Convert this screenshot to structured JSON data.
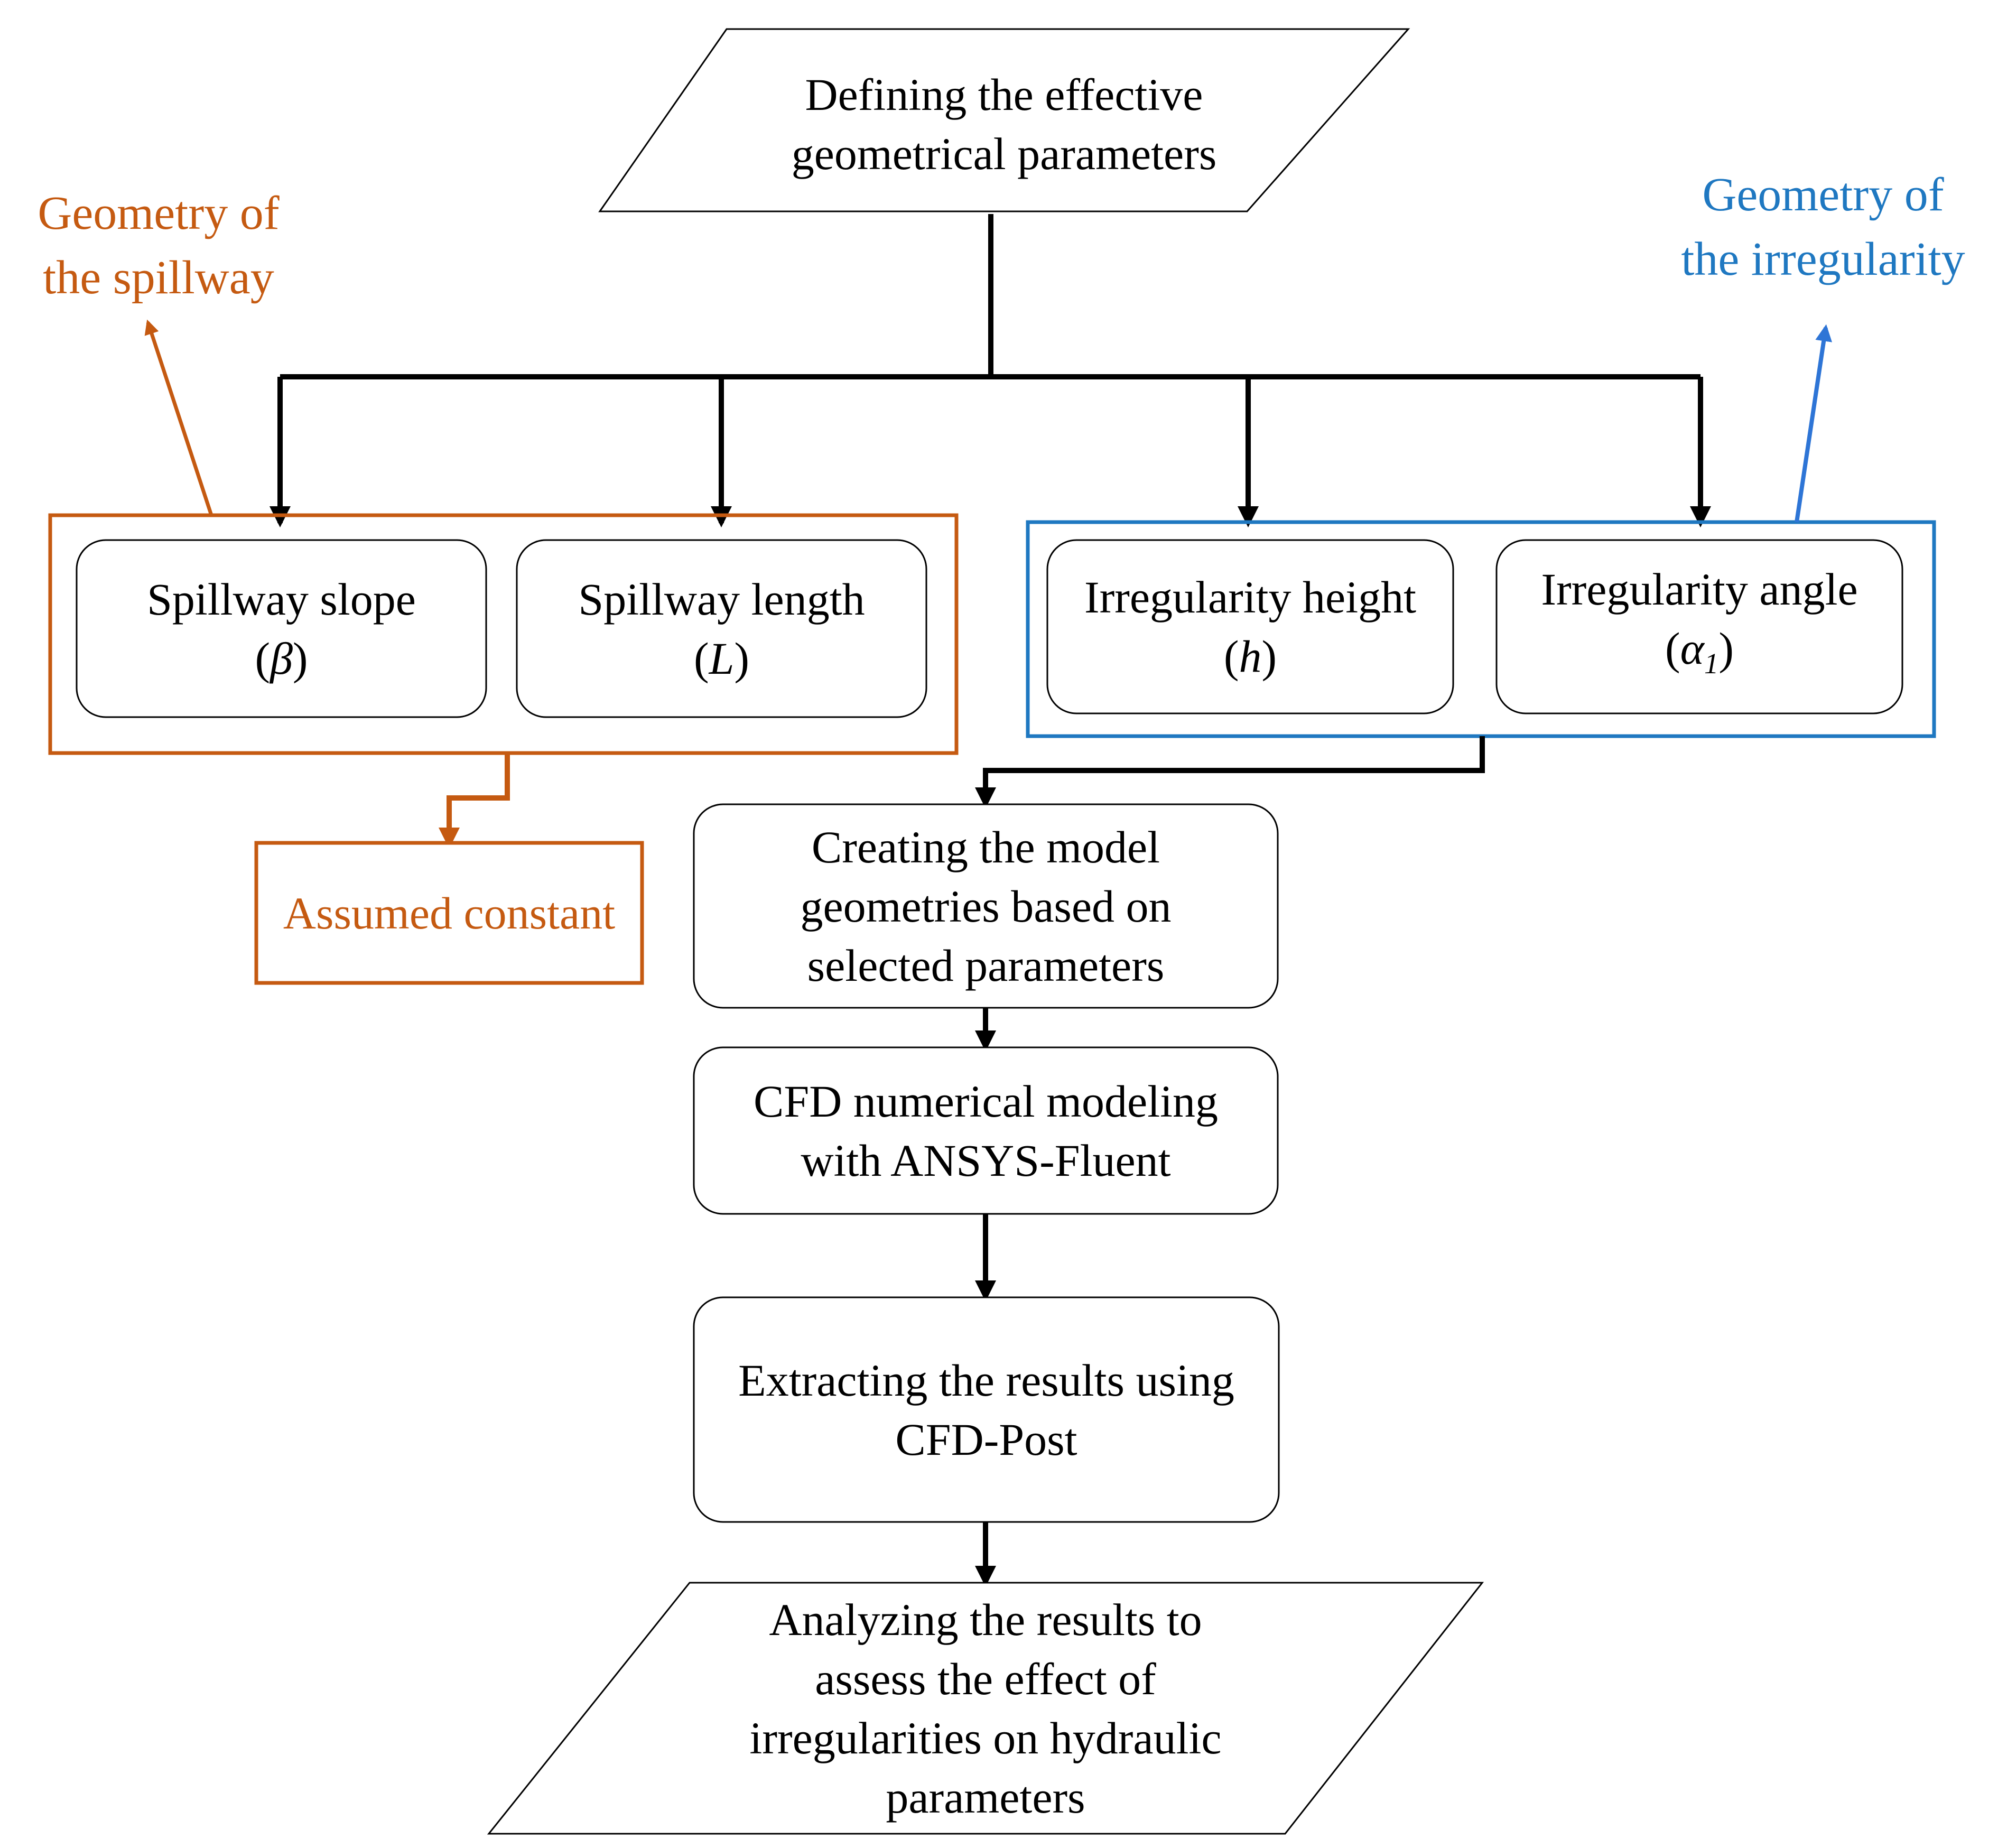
{
  "colors": {
    "spillway": "#c55a11",
    "irregularity": "#1f78c1",
    "blue_arrow": "#2e75d6",
    "line": "#000000"
  },
  "nodes": {
    "defining": {
      "line1": "Defining the effective",
      "line2": "geometrical parameters"
    },
    "spillway_slope": {
      "label": "Spillway slope",
      "symbol": "β"
    },
    "spillway_length": {
      "label": "Spillway length",
      "symbol": "L"
    },
    "irregularity_height": {
      "label": "Irregularity height",
      "symbol": "h"
    },
    "irregularity_angle": {
      "label": "Irregularity angle",
      "symbol": "α",
      "subscript": "1"
    },
    "creating": {
      "line1": "Creating the model",
      "line2": "geometries based on",
      "line3": "selected parameters"
    },
    "cfd": {
      "line1": "CFD numerical modeling",
      "line2": "with ANSYS-Fluent"
    },
    "extracting": {
      "line1": "Extracting the results using",
      "line2": "CFD-Post"
    },
    "analyzing": {
      "line1": "Analyzing the results to",
      "line2": "assess the effect of",
      "line3": "irregularities on hydraulic",
      "line4": "parameters"
    }
  },
  "groups": {
    "spillway": {
      "line1": "Geometry of",
      "line2": "the spillway"
    },
    "irregularity": {
      "line1": "Geometry of",
      "line2": "the irregularity"
    },
    "assumed": {
      "label": "Assumed constant"
    }
  }
}
